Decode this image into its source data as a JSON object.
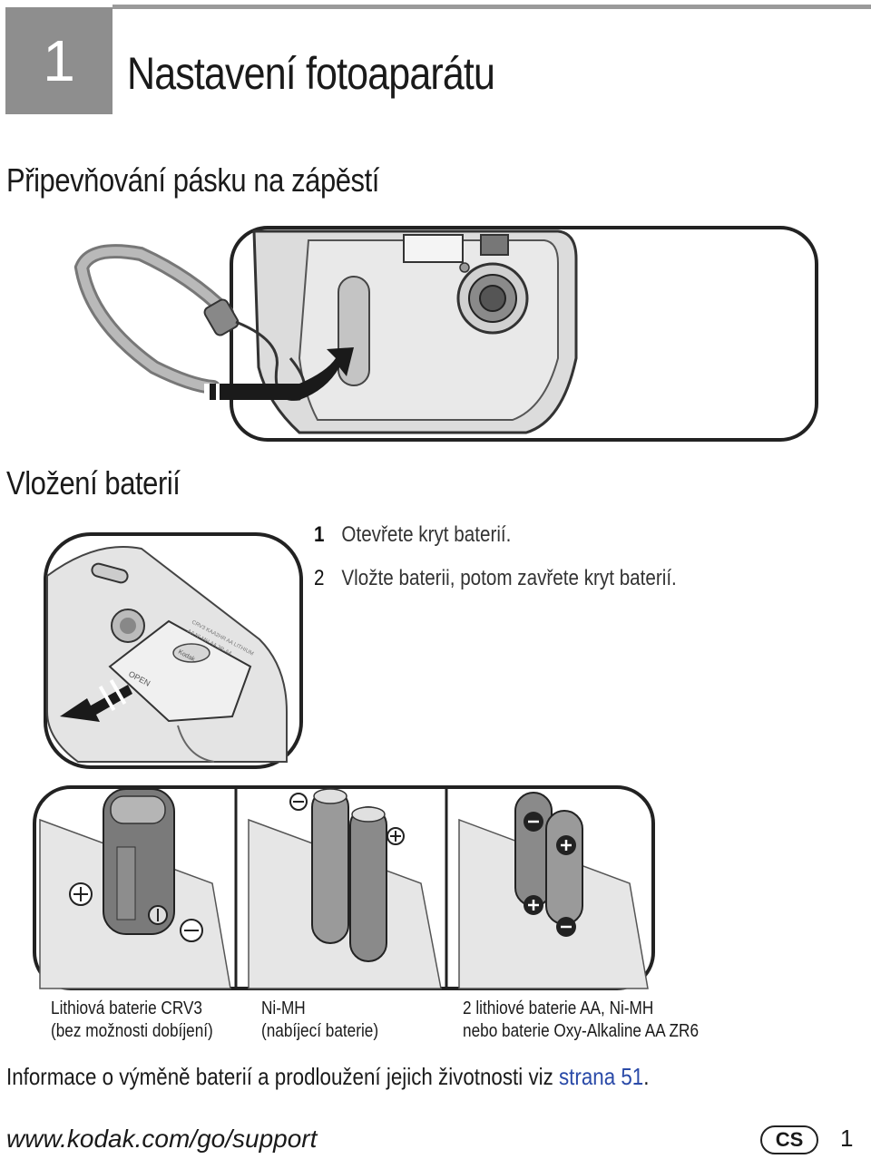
{
  "chapter": {
    "number": "1",
    "title": "Nastavení fotoaparátu"
  },
  "sections": {
    "strap_title": "Připevňování pásku na zápěstí",
    "battery_title": "Vložení baterií"
  },
  "steps": [
    {
      "num": "1",
      "text": "Otevřete kryt baterií."
    },
    {
      "num": "2",
      "text": "Vložte baterii, potom zavřete kryt baterií."
    }
  ],
  "illustration_labels": {
    "open_label": "OPEN",
    "kodak_label": "Kodak",
    "door_text_1": "CRV3 KAA2HR AA LITHIUM",
    "door_text_2": "AA NI-MH AA 3R-A4"
  },
  "battery_captions": [
    {
      "line1": "Lithiová baterie CRV3",
      "line2": "(bez možnosti dobíjení)"
    },
    {
      "line1": "Ni-MH",
      "line2": "(nabíjecí baterie)"
    },
    {
      "line1": "2 lithiové baterie AA, Ni-MH",
      "line2": "nebo baterie Oxy-Alkaline AA ZR6"
    }
  ],
  "info": {
    "text": "Informace o výměně baterií a prodloužení jejich životnosti viz ",
    "link": "strana 51",
    "suffix": "."
  },
  "footer": {
    "url": "www.kodak.com/go/support",
    "lang": "CS",
    "page": "1"
  },
  "colors": {
    "chapter_box": "#8e8e8e",
    "link": "#2a4aa8"
  }
}
